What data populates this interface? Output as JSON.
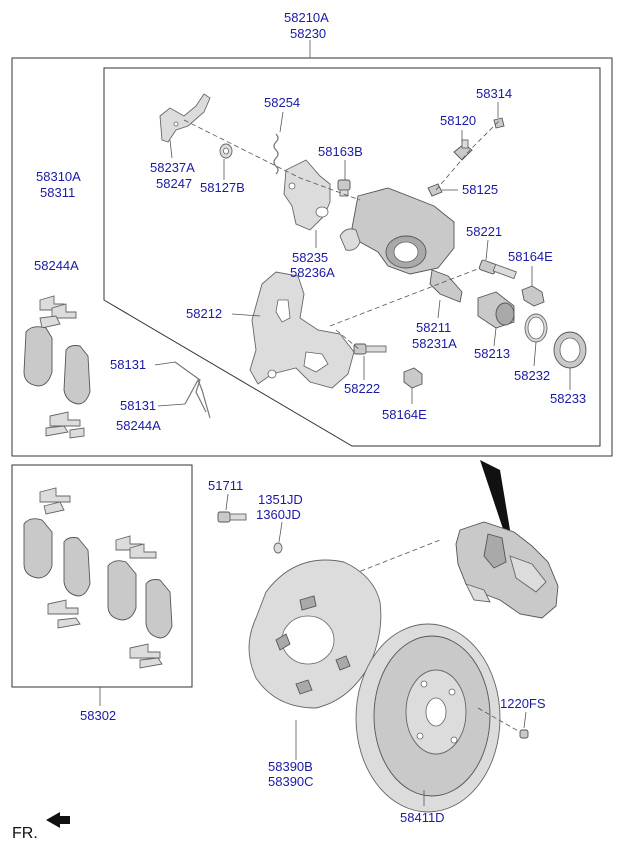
{
  "labels": {
    "l58210A": "58210A",
    "l58230": "58230",
    "l58310A": "58310A",
    "l58311": "58311",
    "l58244A_top": "58244A",
    "l58237A": "58237A",
    "l58247": "58247",
    "l58127B": "58127B",
    "l58254": "58254",
    "l58163B": "58163B",
    "l58235": "58235",
    "l58236A": "58236A",
    "l58314": "58314",
    "l58120": "58120",
    "l58125": "58125",
    "l58221": "58221",
    "l58164E_top": "58164E",
    "l58212": "58212",
    "l58211": "58211",
    "l58231A": "58231A",
    "l58213": "58213",
    "l58232": "58232",
    "l58233": "58233",
    "l58222": "58222",
    "l58164E_bot": "58164E",
    "l58131_a": "58131",
    "l58131_b": "58131",
    "l58244A_bot": "58244A",
    "l51711": "51711",
    "l1351JD": "1351JD",
    "l1360JD": "1360JD",
    "l58302": "58302",
    "l58390B": "58390B",
    "l58390C": "58390C",
    "l1220FS": "1220FS",
    "l58411D": "58411D",
    "fr": "FR."
  },
  "colors": {
    "label": "#1a1aa6",
    "part": "#c9c9c9",
    "line": "#555555"
  }
}
